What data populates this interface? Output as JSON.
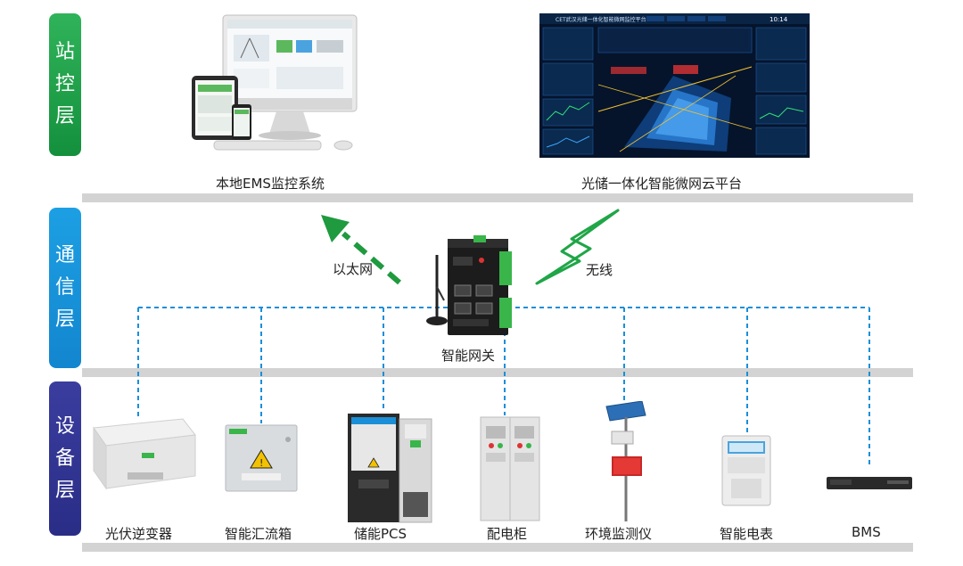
{
  "layers": {
    "station": [
      "站",
      "控",
      "层"
    ],
    "comm": [
      "通",
      "信",
      "层"
    ],
    "device": [
      "设",
      "备",
      "层"
    ]
  },
  "station": {
    "local_ems_label": "本地EMS监控系统",
    "cloud_platform_label": "光储一体化智能微网云平台",
    "cloud_header_title": "CET武汉光储一体化智能微网监控平台",
    "cloud_clock": "10:14"
  },
  "comm": {
    "ethernet_label": "以太网",
    "wireless_label": "无线",
    "gateway_label": "智能网关"
  },
  "devices": [
    {
      "label": "光伏逆变器"
    },
    {
      "label": "智能汇流箱"
    },
    {
      "label": "储能PCS"
    },
    {
      "label": "配电柜"
    },
    {
      "label": "环境监测仪"
    },
    {
      "label": "智能电表"
    },
    {
      "label": "BMS"
    }
  ],
  "colors": {
    "station_band": "#1e9f47",
    "comm_band": "#1a93dc",
    "device_band": "#2f3290",
    "dashed_line": "#1a8fd8",
    "arrow_green": "#1f9a3f"
  }
}
